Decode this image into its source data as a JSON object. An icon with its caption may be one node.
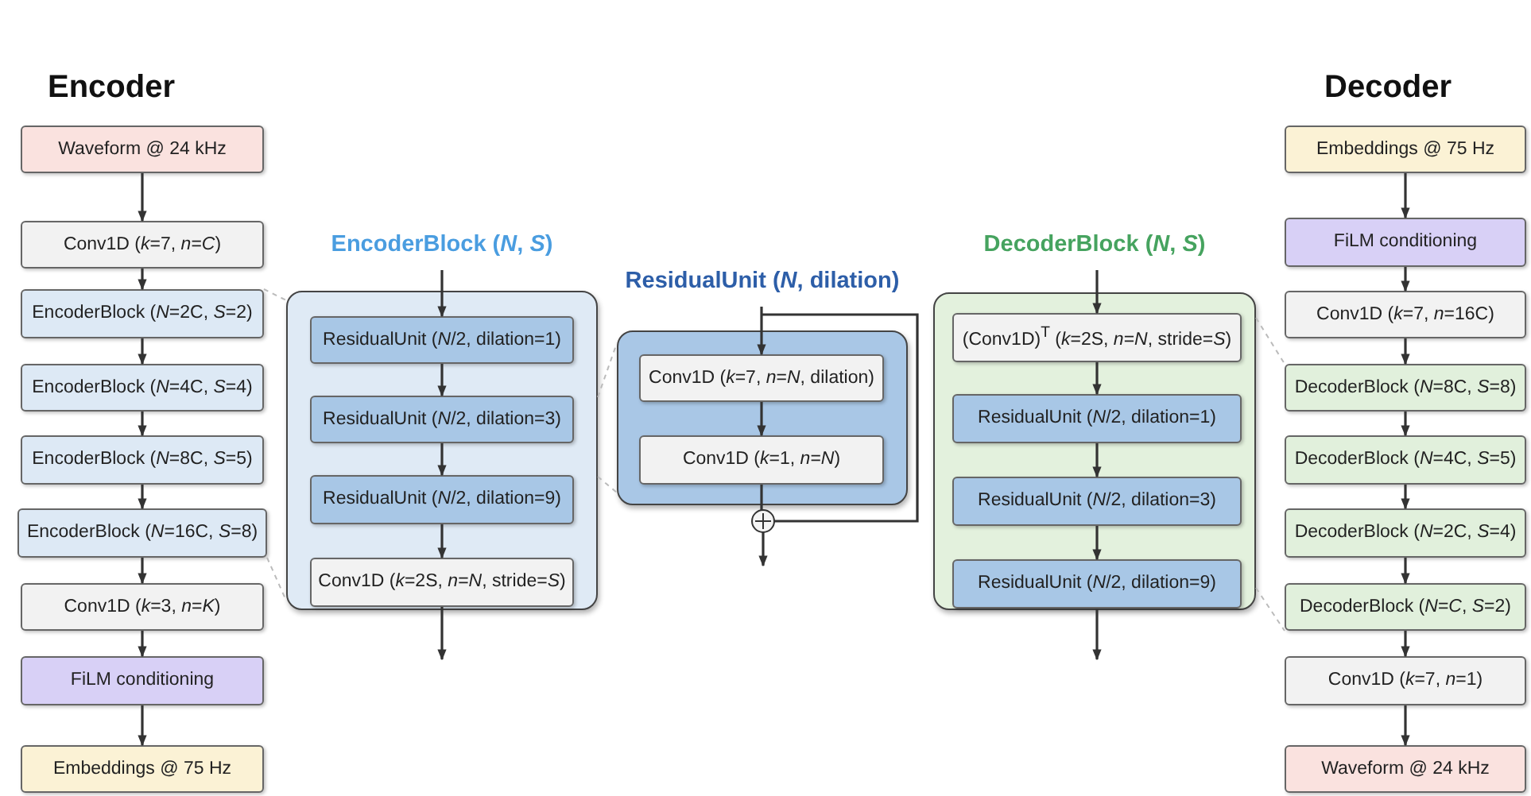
{
  "diagram": {
    "nodes": [
      {
        "text": [
          "Waveform @ 24 kHz"
        ]
      },
      {
        "text": [
          "Conv1D (*k*=7, *n*=*C*)"
        ]
      },
      {
        "text": [
          "EncoderBlock (*N*=2C, *S*=2)"
        ]
      },
      {
        "text": [
          "EncoderBlock (*N*=4C, *S*=4)"
        ]
      },
      {
        "text": [
          "EncoderBlock (*N*=8C, *S*=5)"
        ]
      },
      {
        "text": [
          "EncoderBlock (*N*=16C, *S*=8)"
        ]
      },
      {
        "text": [
          "Conv1D (*k*=3, *n*=*K*)"
        ]
      },
      {
        "text": [
          "FiLM conditioning"
        ]
      },
      {
        "text": [
          "Embeddings @ 75 Hz"
        ]
      },
      {
        "text": [
          "EncoderBlock (*N*, *S*)"
        ]
      },
      {
        "text": [
          "ResidualUnit (*N*/2, dilation=1)"
        ],
        "in": 9
      },
      {
        "text": [
          "ResidualUnit (*N*/2, dilation=3)"
        ],
        "in": 9
      },
      {
        "text": [
          "ResidualUnit (*N*/2, dilation=9)"
        ],
        "in": 9
      },
      {
        "text": [
          "Conv1D (*k*=2S, *n*=*N*, stride=*S*)"
        ],
        "in": 9
      },
      {
        "text": [
          "ResidualUnit (*N*, dilation)"
        ]
      },
      {
        "text": [
          "Conv1D (*k*=7, *n*=*N*, dilation)"
        ],
        "in": 14
      },
      {
        "text": [
          "Conv1D (*k*=1, *n*=*N*)"
        ],
        "in": 14
      },
      {
        "text": [],
        "shape": "circle"
      },
      {
        "text": [
          "DecoderBlock (*N*, *S*)"
        ]
      },
      {
        "text": [
          "(Conv1D)$^{T}$ (*k*=2S, *n*=*N*, stride=*S*)"
        ],
        "in": 18
      },
      {
        "text": [
          "ResidualUnit (*N*/2, dilation=1)"
        ],
        "in": 18
      },
      {
        "text": [
          "ResidualUnit (*N*/2, dilation=3)"
        ],
        "in": 18
      },
      {
        "text": [
          "ResidualUnit (*N*/2, dilation=9)"
        ],
        "in": 18
      },
      {
        "text": [
          "Embeddings @ 75 Hz"
        ]
      },
      {
        "text": [
          "FiLM conditioning"
        ]
      },
      {
        "text": [
          "Conv1D (*k*=7, *n*=16C)"
        ]
      },
      {
        "text": [
          "DecoderBlock (*N*=8C, *S*=8)"
        ]
      },
      {
        "text": [
          "DecoderBlock (*N*=4C, *S*=5)"
        ]
      },
      {
        "text": [
          "DecoderBlock (*N*=2C, *S*=4)"
        ]
      },
      {
        "text": [
          "DecoderBlock (*N*=*C*, *S*=2)"
        ]
      },
      {
        "text": [
          "Conv1D (*k*=7, *n*=1)"
        ]
      },
      {
        "text": [
          "Waveform @ 24 kHz"
        ]
      }
    ],
    "edges": [
      {
        "from": 0,
        "to": 1,
        "arrow": "to"
      },
      {
        "from": 1,
        "to": 2,
        "arrow": "to"
      },
      {
        "from": 2,
        "to": 3,
        "arrow": "to"
      },
      {
        "from": 3,
        "to": 4,
        "arrow": "to"
      },
      {
        "from": 4,
        "to": 5,
        "arrow": "to"
      },
      {
        "from": 5,
        "to": 6,
        "arrow": "to"
      },
      {
        "from": 6,
        "to": 7,
        "arrow": "to"
      },
      {
        "from": 7,
        "to": 8,
        "arrow": "to"
      },
      {
        "from": null,
        "to": 10,
        "arrow": "to"
      },
      {
        "from": 10,
        "to": 11,
        "arrow": "to"
      },
      {
        "from": 11,
        "to": 12,
        "arrow": "to"
      },
      {
        "from": 12,
        "to": 13,
        "arrow": "to"
      },
      {
        "from": 13,
        "to": null,
        "arrow": "to"
      },
      {
        "from": null,
        "to": 15,
        "arrow": "to"
      },
      {
        "from": 15,
        "to": 16,
        "arrow": "to"
      },
      {
        "from": 16,
        "to": 17,
        "arrow": "none"
      },
      {
        "from": 17,
        "to": null,
        "arrow": "to"
      },
      {
        "from": 14,
        "to": 17,
        "arrow": "none"
      },
      {
        "from": null,
        "to": 19,
        "arrow": "to"
      },
      {
        "from": 19,
        "to": 20,
        "arrow": "to"
      },
      {
        "from": 20,
        "to": 21,
        "arrow": "to"
      },
      {
        "from": 21,
        "to": 22,
        "arrow": "to"
      },
      {
        "from": 22,
        "to": null,
        "arrow": "to"
      },
      {
        "from": 23,
        "to": 24,
        "arrow": "to"
      },
      {
        "from": 24,
        "to": 25,
        "arrow": "to"
      },
      {
        "from": 25,
        "to": 26,
        "arrow": "to"
      },
      {
        "from": 26,
        "to": 27,
        "arrow": "to"
      },
      {
        "from": 27,
        "to": 28,
        "arrow": "to"
      },
      {
        "from": 28,
        "to": 29,
        "arrow": "to"
      },
      {
        "from": 29,
        "to": 30,
        "arrow": "to"
      },
      {
        "from": 30,
        "to": 31,
        "arrow": "to"
      },
      {
        "from": 2,
        "to": 9,
        "arrow": "none",
        "style": "dashed",
        "color": "#bbbbbb"
      },
      {
        "from": 5,
        "to": 9,
        "arrow": "none",
        "style": "dashed",
        "color": "#bbbbbb"
      },
      {
        "from": 9,
        "to": 14,
        "arrow": "none",
        "style": "dashed",
        "color": "#bbbbbb"
      },
      {
        "from": 9,
        "to": 14,
        "arrow": "none",
        "style": "dashed",
        "color": "#bbbbbb"
      },
      {
        "from": 18,
        "to": 26,
        "arrow": "none",
        "style": "dashed",
        "color": "#bbbbbb"
      },
      {
        "from": 18,
        "to": 29,
        "arrow": "none",
        "style": "dashed",
        "color": "#bbbbbb"
      }
    ],
    "labels": [
      "Encoder",
      "Decoder"
    ]
  }
}
